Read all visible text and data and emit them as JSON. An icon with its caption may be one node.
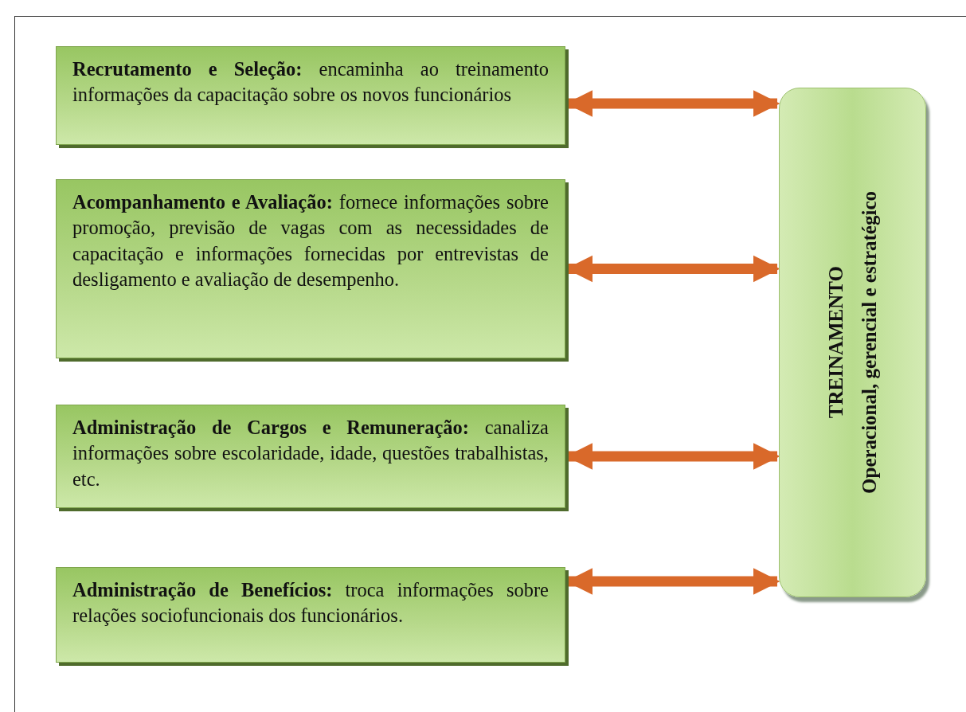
{
  "diagram": {
    "nodes": [
      {
        "text": [
          "**Recrutamento e Seleção:** encaminha ao treinamento informações da capacitação sobre os novos funcionários"
        ]
      },
      {
        "text": [
          "**Acompanhamento e Avaliação:** fornece informações sobre promoção, previsão de vagas com as necessidades de capacitação e informações fornecidas por entrevistas de desligamento e avaliação de desempenho."
        ]
      },
      {
        "text": [
          "**Administração de Cargos e Remuneração:** canaliza informações sobre escolaridade, idade, questões trabalhistas, etc."
        ]
      },
      {
        "text": [
          "**Administração de Benefícios:** troca informações sobre relações sociofuncionais dos funcionários."
        ]
      },
      {
        "text": [
          "TREINAMENTO",
          "Operacional, gerencial e estratégico"
        ]
      }
    ],
    "edges": [
      {
        "from": 0,
        "to": 4,
        "arrow": "both"
      },
      {
        "from": 1,
        "to": 4,
        "arrow": "both"
      },
      {
        "from": 2,
        "to": 4,
        "arrow": "both"
      },
      {
        "from": 3,
        "to": 4,
        "arrow": "both"
      }
    ]
  }
}
